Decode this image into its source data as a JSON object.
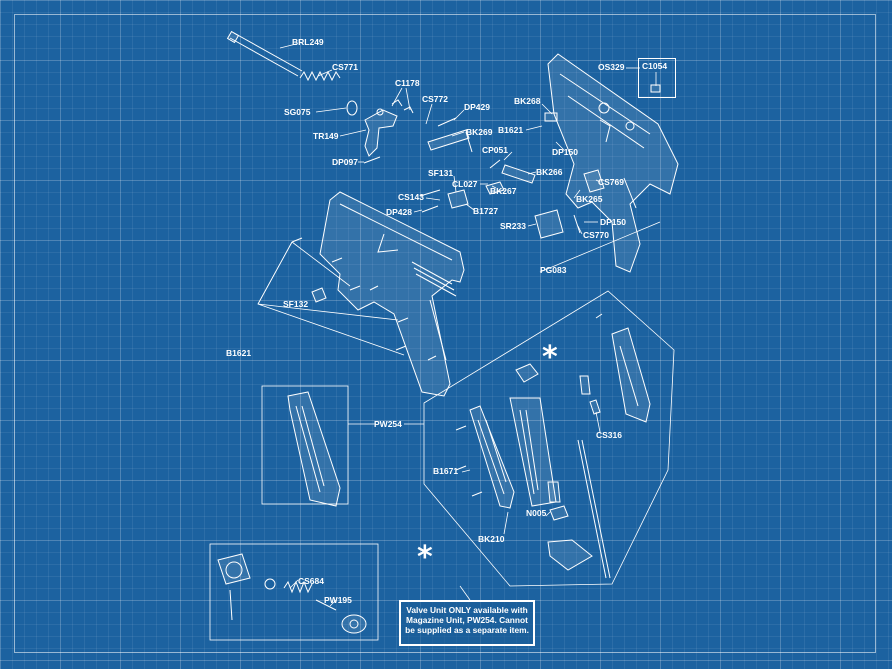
{
  "labels": {
    "brl249": "BRL249",
    "cs771": "CS771",
    "sg075": "SG075",
    "c1178": "C1178",
    "cs772": "CS772",
    "dp429": "DP429",
    "tr149": "TR149",
    "bk269": "BK269",
    "dp097": "DP097",
    "bk268": "BK268",
    "b1621_top": "B1621",
    "os329": "OS329",
    "c1054": "C1054",
    "dp150_top": "DP150",
    "cp051": "CP051",
    "sf131": "SF131",
    "cl027": "CL027",
    "bk266": "BK266",
    "cs769": "CS769",
    "bk267": "BK267",
    "cs143": "CS143",
    "bk265": "BK265",
    "dp428": "DP428",
    "b1727": "B1727",
    "dp150_bot": "DP150",
    "sr233": "SR233",
    "cs770": "CS770",
    "pg083": "PG083",
    "sf132": "SF132",
    "b1621_bot": "B1621",
    "pw254": "PW254",
    "cs316": "CS316",
    "b1671": "B1671",
    "n005": "N005",
    "bk210": "BK210",
    "cs684": "CS684",
    "pw195": "PW195"
  },
  "note": "Valve Unit ONLY available with Magazine Unit, PW254. Cannot be supplied as a separate item.",
  "star_symbol": "*",
  "colors": {
    "background": "#1c62a0",
    "lines": "#ffffff"
  }
}
